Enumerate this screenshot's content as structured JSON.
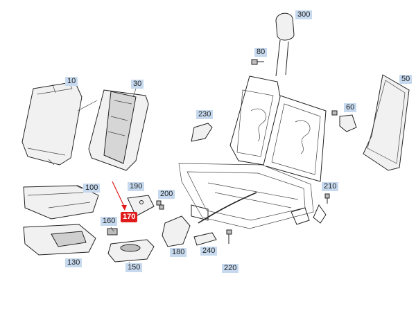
{
  "callouts": [
    {
      "id": "p300",
      "label": "300",
      "highlighted": false
    },
    {
      "id": "p80",
      "label": "80",
      "highlighted": false
    },
    {
      "id": "p10",
      "label": "10",
      "highlighted": false
    },
    {
      "id": "p30",
      "label": "30",
      "highlighted": false
    },
    {
      "id": "p50",
      "label": "50",
      "highlighted": false
    },
    {
      "id": "p230",
      "label": "230",
      "highlighted": false
    },
    {
      "id": "p60",
      "label": "60",
      "highlighted": false
    },
    {
      "id": "p100",
      "label": "100",
      "highlighted": false
    },
    {
      "id": "p190",
      "label": "190",
      "highlighted": false
    },
    {
      "id": "p200",
      "label": "200",
      "highlighted": false
    },
    {
      "id": "p210",
      "label": "210",
      "highlighted": false
    },
    {
      "id": "p170",
      "label": "170",
      "highlighted": true
    },
    {
      "id": "p160",
      "label": "160",
      "highlighted": false
    },
    {
      "id": "p130",
      "label": "130",
      "highlighted": false
    },
    {
      "id": "p150",
      "label": "150",
      "highlighted": false
    },
    {
      "id": "p180",
      "label": "180",
      "highlighted": false
    },
    {
      "id": "p240",
      "label": "240",
      "highlighted": false
    },
    {
      "id": "p220",
      "label": "220",
      "highlighted": false
    }
  ],
  "colors": {
    "label_bg": "#c6d9ee",
    "highlight_bg": "#e01b1b",
    "highlight_arrow": "#e01b1b",
    "line": "#222222"
  }
}
